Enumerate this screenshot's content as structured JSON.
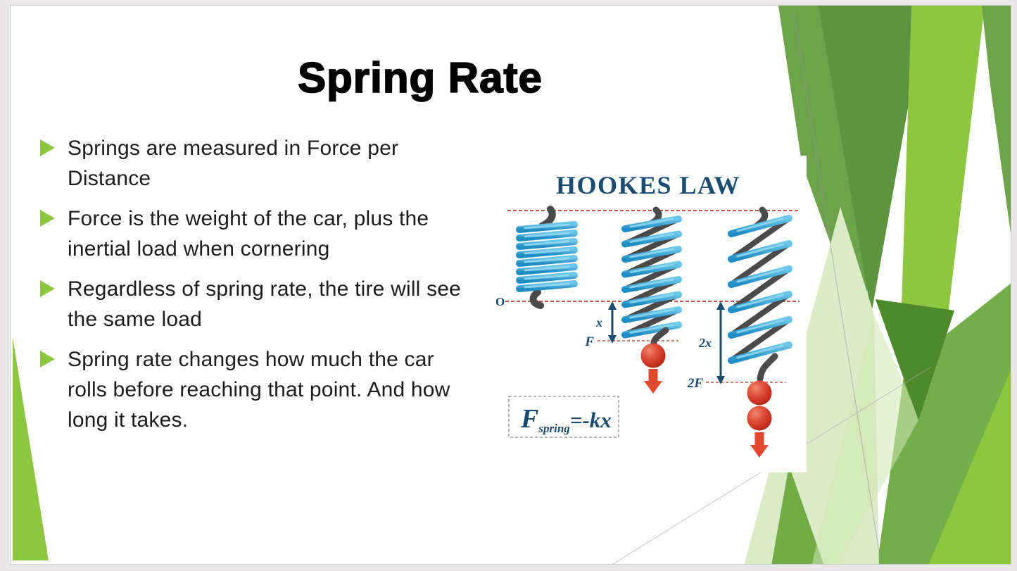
{
  "slide": {
    "title": "Spring Rate",
    "bullets": [
      "Springs are measured in Force per Distance",
      "Force is the weight of the car, plus the inertial load when cornering",
      "Regardless of spring rate, the tire will see the same load",
      "Spring rate changes how much the car rolls before reaching that point. And how long it takes."
    ]
  },
  "figure": {
    "title": "HOOKES LAW",
    "labels": {
      "origin": "O",
      "extension1": "x",
      "force1": "F",
      "extension2": "2x",
      "force2": "2F"
    },
    "formula": {
      "symbol": "F",
      "subscript": "spring",
      "expression": "=-kx"
    }
  },
  "colors": {
    "accent_green": "#8dc63f",
    "green_medium": "#6ea24b",
    "green_dark": "#4c8a2c",
    "green_pale": "#d9ecc6",
    "navy": "#1c4b70",
    "spring_blue": "#2b9cd8",
    "ball_red": "#cd3423",
    "dash_red": "#c15640"
  }
}
